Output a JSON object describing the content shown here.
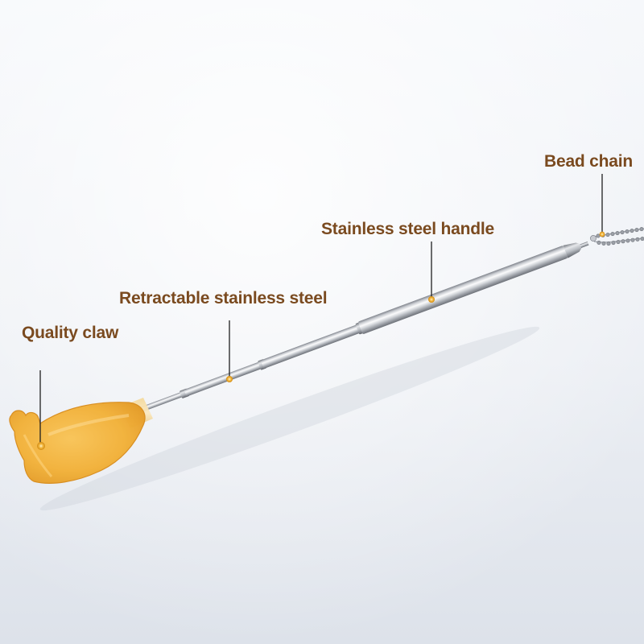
{
  "labels": {
    "bead_chain": "Bead chain",
    "handle": "Stainless steel handle",
    "retractable": "Retractable stainless steel",
    "claw": "Quality claw"
  },
  "colors": {
    "label_text": "#7a4a1f",
    "background_top": "#f4f6fa",
    "background_bottom": "#dfe4ec",
    "claw_fill": "#f5b73d",
    "steel_light": "#f2f3f5",
    "steel_dark": "#8a8d93"
  }
}
